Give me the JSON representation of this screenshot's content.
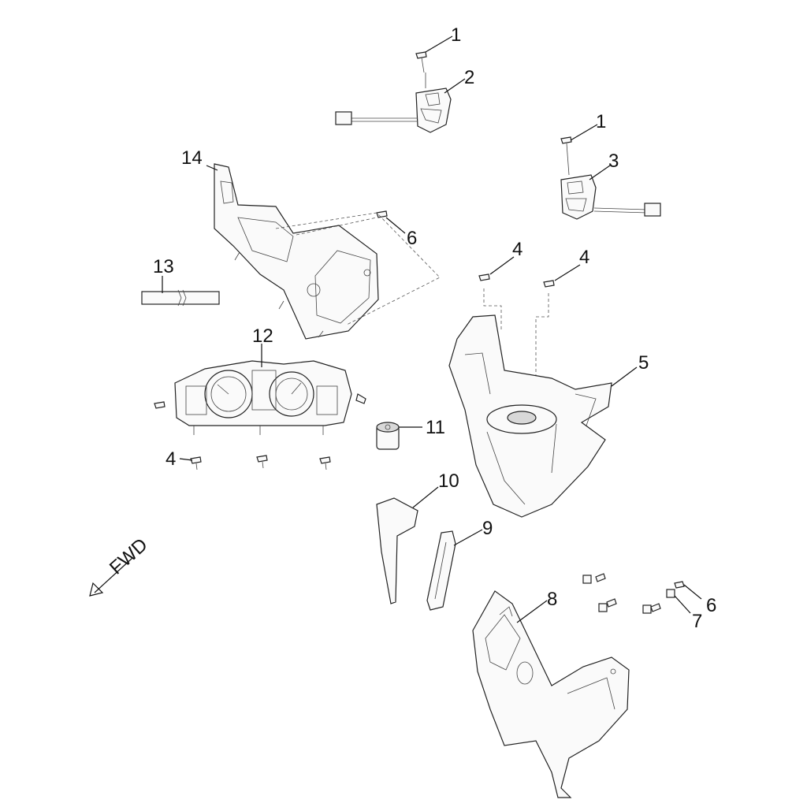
{
  "callouts": {
    "c1a": "1",
    "c1b": "1",
    "c2": "2",
    "c3": "3",
    "c4a": "4",
    "c4b": "4",
    "c4c": "4",
    "c5": "5",
    "c6a": "6",
    "c6b": "6",
    "c7": "7",
    "c8": "8",
    "c9": "9",
    "c10": "10",
    "c11": "11",
    "c12": "12",
    "c13": "13",
    "c14": "14"
  },
  "direction_label": "FWD"
}
